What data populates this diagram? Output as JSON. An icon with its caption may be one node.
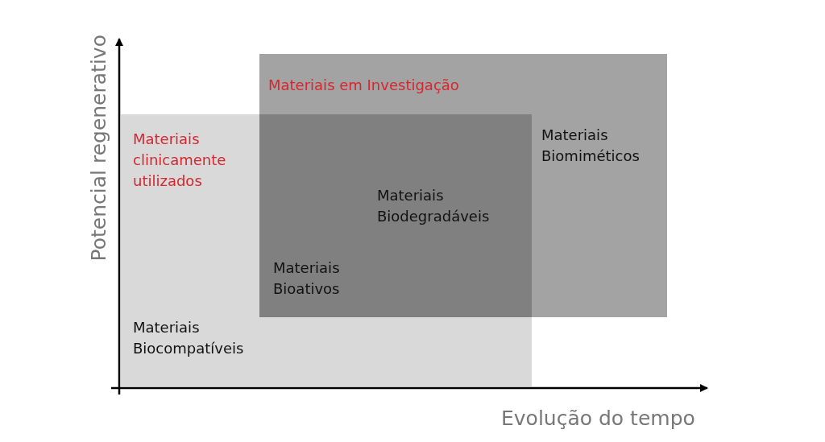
{
  "diagram": {
    "nodes": [
      {
        "text": [
          "Materiais clinicamente utilizados",
          "Materiais Biocompatíveis"
        ]
      },
      {
        "text": [
          "Materiais em Investigação",
          "Materiais Biomiméticos"
        ]
      },
      {
        "text": [
          "Materiais Biodegradáveis",
          "Materiais Bioativos"
        ]
      }
    ],
    "labels": [
      "Potencial regenerativo",
      "Evolução do tempo"
    ]
  }
}
